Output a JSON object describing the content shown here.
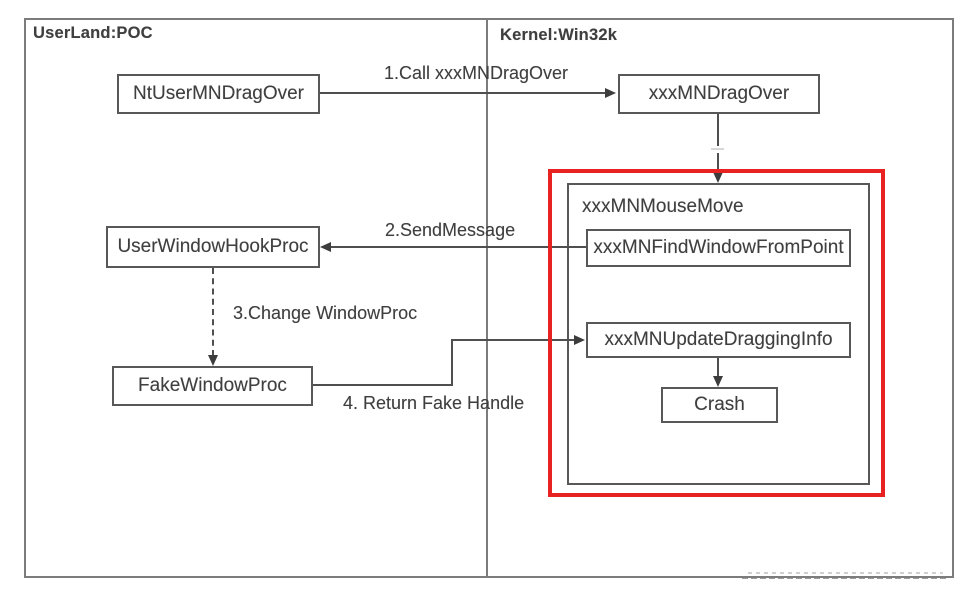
{
  "lanes": {
    "userland": "UserLand:POC",
    "kernel": "Kernel:Win32k"
  },
  "nodes": {
    "ntUserMNDragOver": "NtUserMNDragOver",
    "xxxMNDragOver": "xxxMNDragOver",
    "userWindowHookProc": "UserWindowHookProc",
    "fakeWindowProc": "FakeWindowProc",
    "xxxMNMouseMove": "xxxMNMouseMove",
    "xxxMNFindWindowFromPoint": "xxxMNFindWindowFromPoint",
    "xxxMNUpdateDraggingInfo": "xxxMNUpdateDraggingInfo",
    "crash": "Crash"
  },
  "edges": {
    "step1": "1.Call xxxMNDragOver",
    "step2": "2.SendMessage",
    "step3": "3.Change WindowProc",
    "step4": "4. Return Fake Handle"
  },
  "colors": {
    "highlight_red": "#e82121",
    "line_gray": "#4f4f4f",
    "frame_gray": "#7c7c7c",
    "text_gray": "#3f3f3f"
  }
}
